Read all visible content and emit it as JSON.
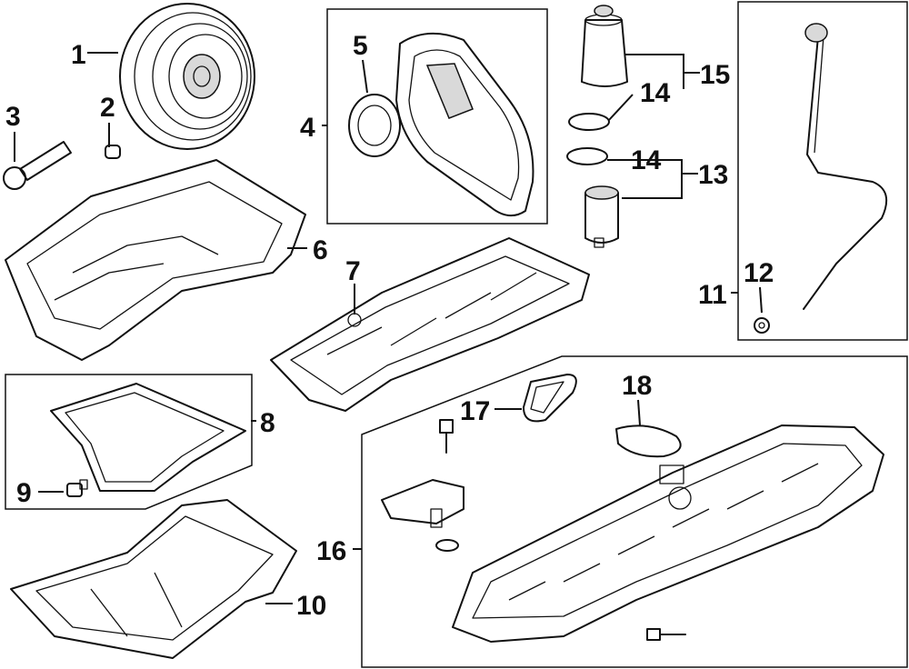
{
  "diagram": {
    "parts": [
      {
        "key": "crankshaft-pulley",
        "number": "1"
      },
      {
        "key": "dowel-pin",
        "number": "2"
      },
      {
        "key": "pulley-bolt",
        "number": "3"
      },
      {
        "key": "timing-cover-assembly",
        "number": "4"
      },
      {
        "key": "front-crank-seal",
        "number": "5"
      },
      {
        "key": "upper-oil-pan",
        "number": "6"
      },
      {
        "key": "crankcase-frame",
        "number": "7"
      },
      {
        "key": "lower-oil-pan",
        "number": "8"
      },
      {
        "key": "drain-plug",
        "number": "9"
      },
      {
        "key": "splash-shield",
        "number": "10"
      },
      {
        "key": "dipstick-assembly",
        "number": "11"
      },
      {
        "key": "dipstick-nut",
        "number": "12"
      },
      {
        "key": "filter-element",
        "number": "13"
      },
      {
        "key": "o-ring-upper",
        "number": "14"
      },
      {
        "key": "o-ring-lower",
        "number": "14"
      },
      {
        "key": "filter-housing",
        "number": "15"
      },
      {
        "key": "intake-manifold",
        "number": "16"
      },
      {
        "key": "manifold-gasket",
        "number": "17"
      },
      {
        "key": "throttle-gasket",
        "number": "18"
      }
    ]
  }
}
